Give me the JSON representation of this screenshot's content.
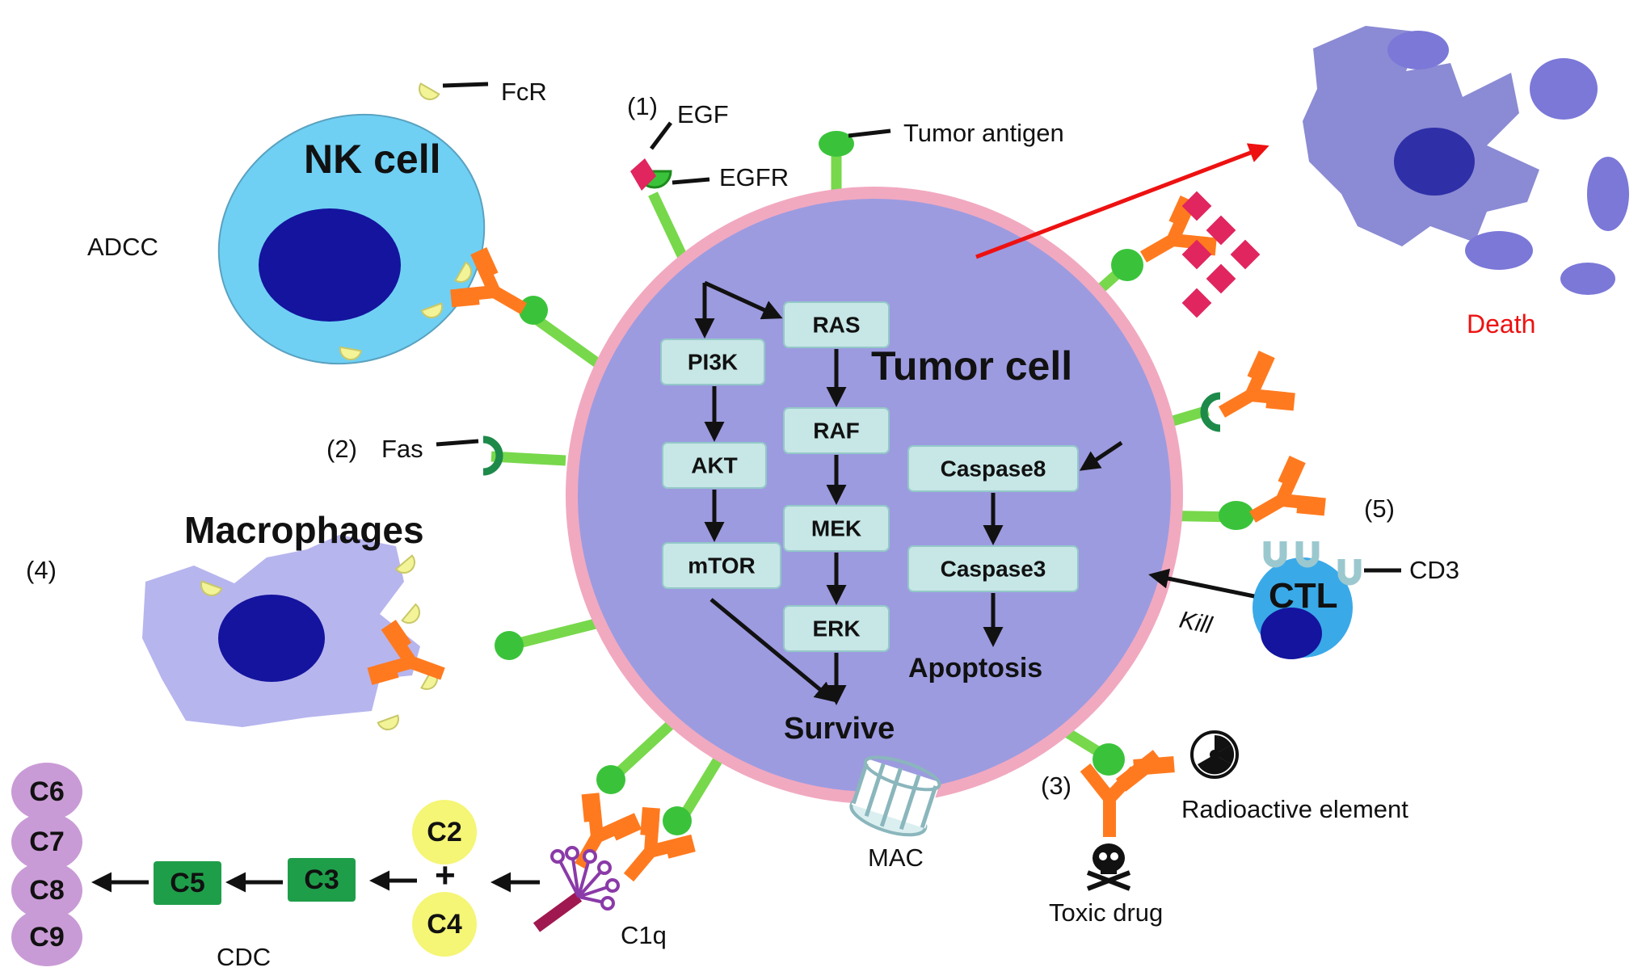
{
  "colors": {
    "tumor_fill": "#9c9be0",
    "tumor_membrane": "#f1a9c0",
    "receptor_stem": "#77d84b",
    "antibody": "#ff7a1f",
    "antigen_head": "#3ac33a",
    "box_fill": "#c7e6e6",
    "nk_fill": "#6fd0f4",
    "nucleus": "#14149e",
    "macrophage_fill": "#b7b5ee",
    "fcr": "#f3f397",
    "death_text": "#ee1111",
    "arrow_red": "#ee1111",
    "complement_purple": "#c99bd6",
    "complement_yellow": "#f5f576",
    "complement_green": "#1f9e4a"
  },
  "labels": {
    "nk_cell": "NK cell",
    "fcr": "FcR",
    "adcc": "ADCC",
    "step1": "(1)",
    "egf": "EGF",
    "egfr": "EGFR",
    "tumor_antigen": "Tumor antigen",
    "death": "Death",
    "step2": "(2)",
    "fas": "Fas",
    "tumor_cell": "Tumor cell",
    "macrophages": "Macrophages",
    "step4": "(4)",
    "step5": "(5)",
    "cd3": "CD3",
    "ctl": "CTL",
    "kill": "Kill",
    "apoptosis": "Apoptosis",
    "survive": "Survive",
    "mac": "MAC",
    "step3": "(3)",
    "radioactive_element": "Radioactive element",
    "toxic_drug": "Toxic drug",
    "c1q": "C1q",
    "cdc": "CDC",
    "plus": "+"
  },
  "pathway": {
    "pi3k": "PI3K",
    "akt": "AKT",
    "mtor": "mTOR",
    "ras": "RAS",
    "raf": "RAF",
    "mek": "MEK",
    "erk": "ERK",
    "caspase8": "Caspase8",
    "caspase3": "Caspase3"
  },
  "complement": {
    "c2": "C2",
    "c4": "C4",
    "c3": "C3",
    "c5": "C5",
    "c6": "C6",
    "c7": "C7",
    "c8": "C8",
    "c9": "C9"
  }
}
